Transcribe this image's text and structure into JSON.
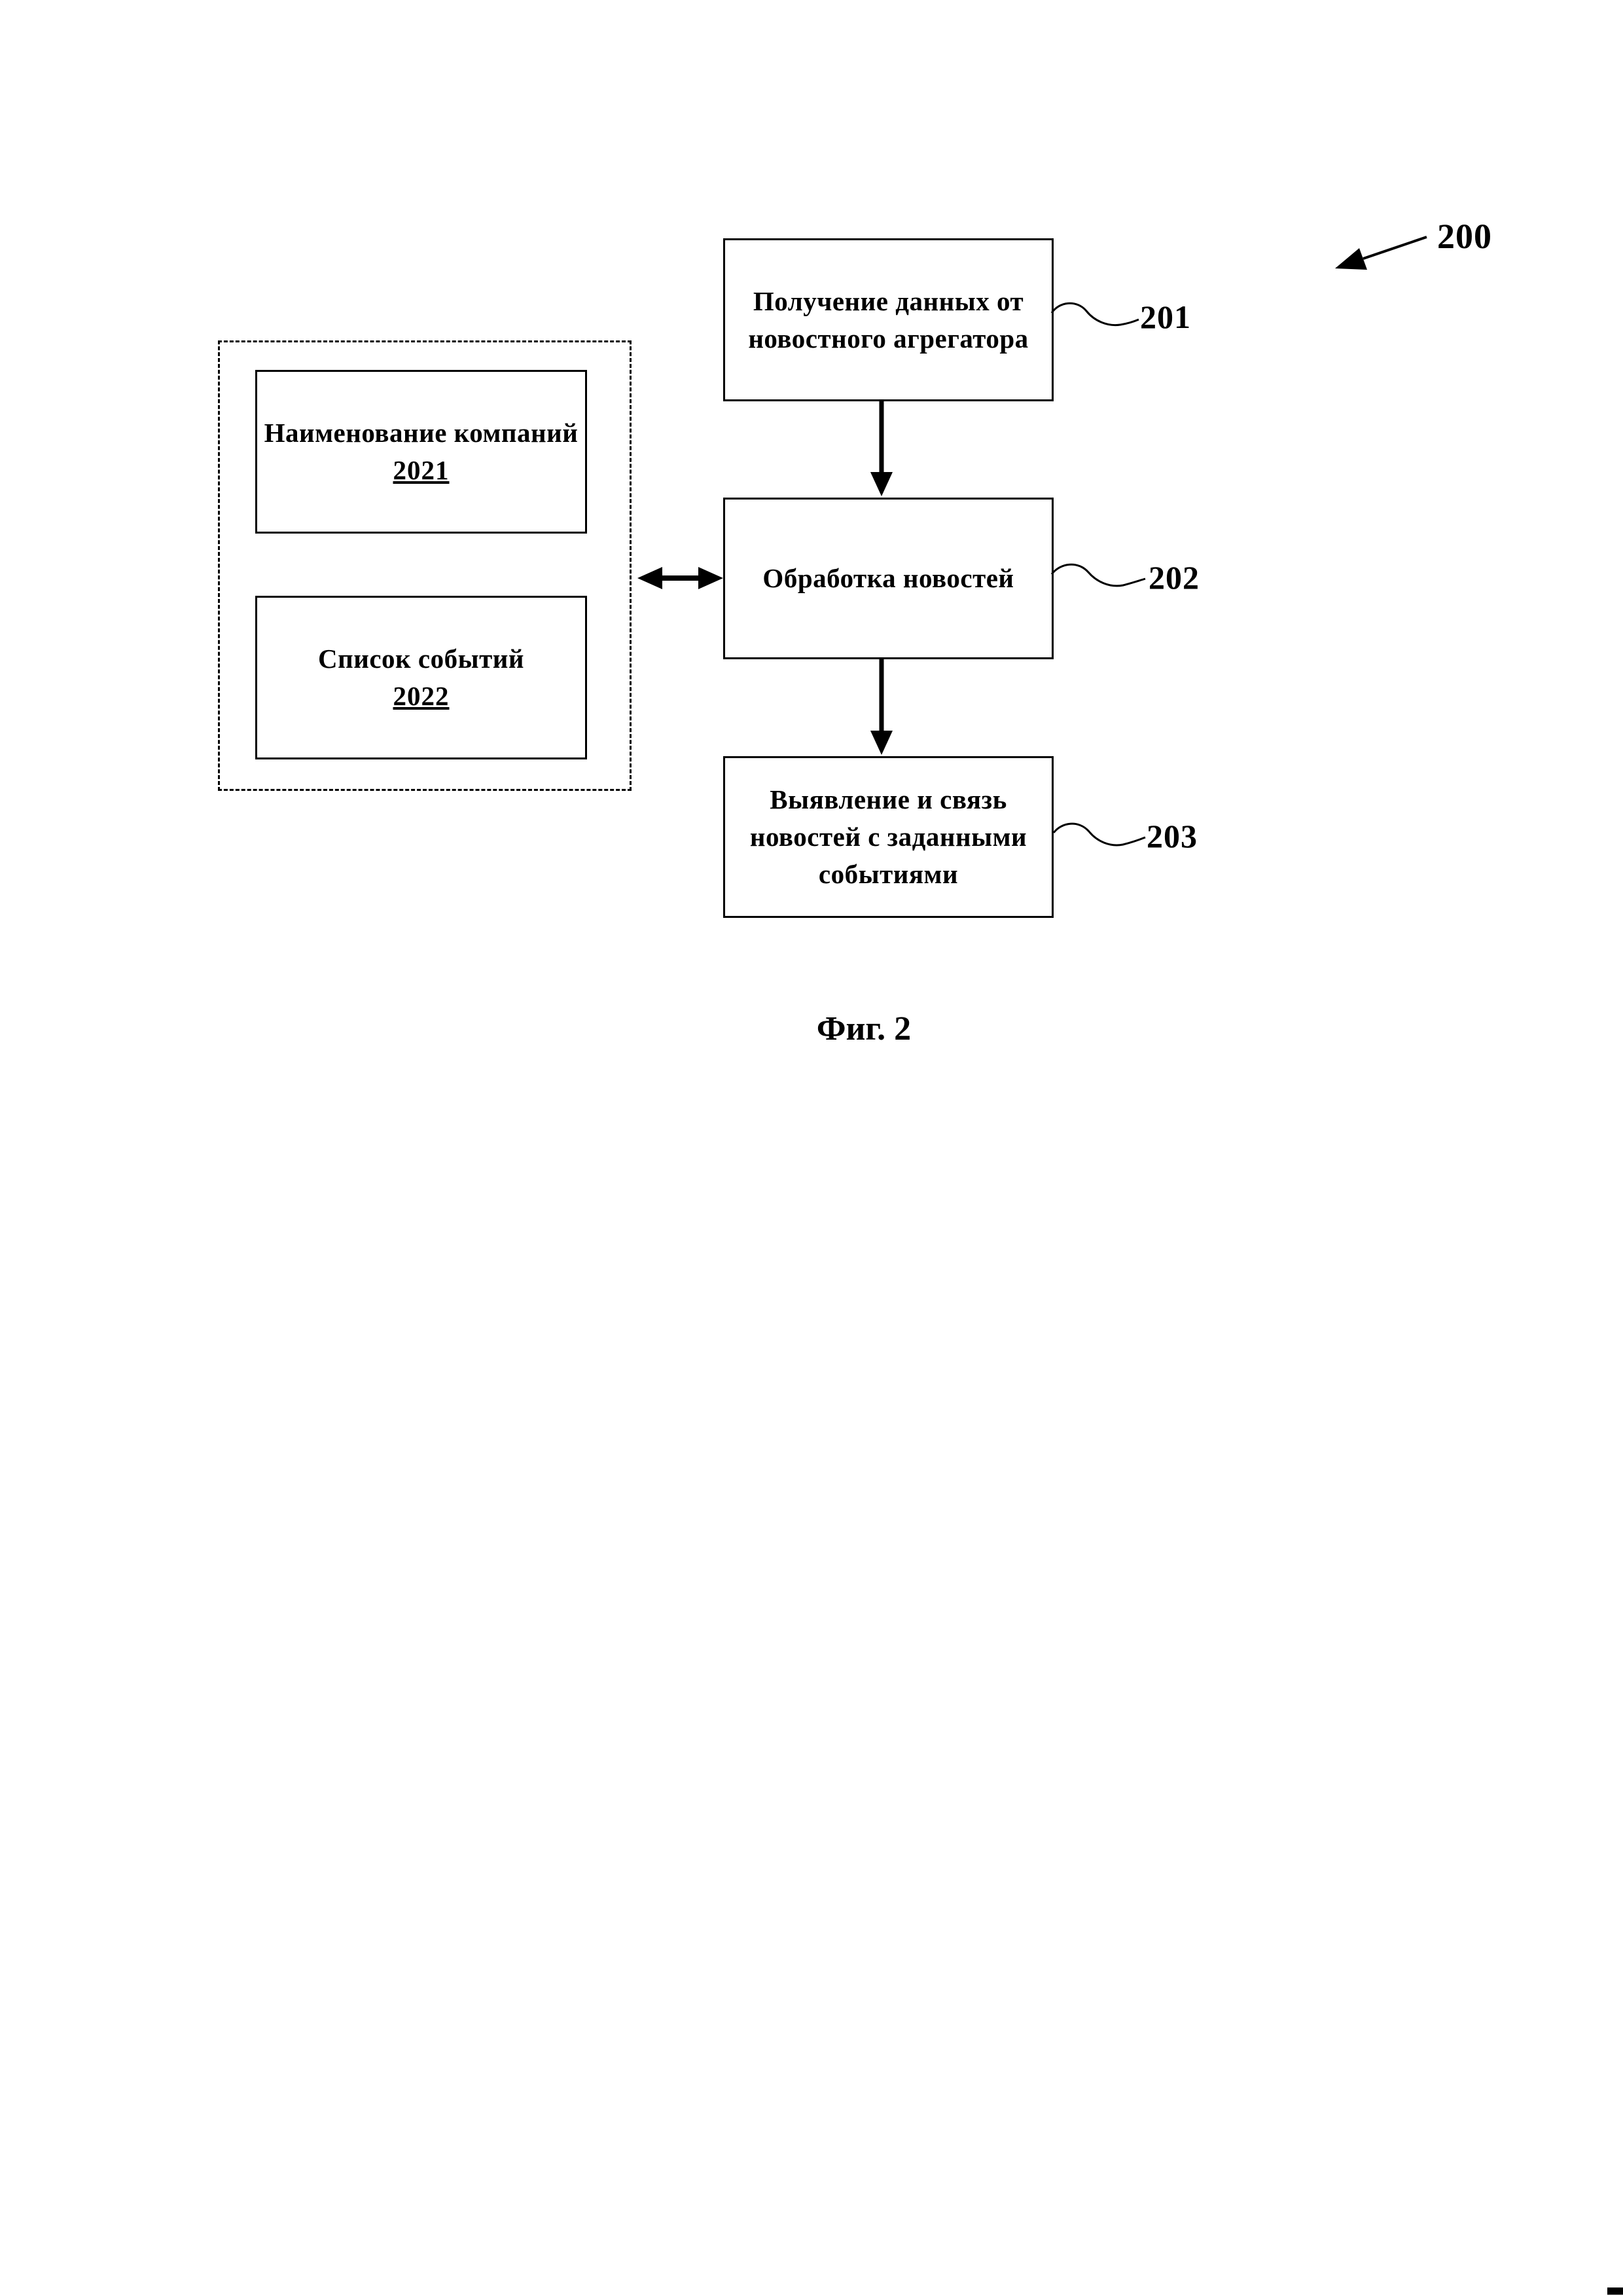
{
  "page": {
    "ink_color": "#000000",
    "background_color": "#ffffff"
  },
  "figure": {
    "ref_label": "200",
    "caption": "Фиг. 2",
    "flow_boxes": [
      {
        "ref": "201",
        "label": "Получение данных от\nновостного агрегатора"
      },
      {
        "ref": "202",
        "label": "Обработка новостей"
      },
      {
        "ref": "203",
        "label": "Выявление и связь\nновостей с заданными\nсобытиями"
      }
    ],
    "data_panel": {
      "items": [
        {
          "label": "Наименование компаний",
          "number": "2021"
        },
        {
          "label": "Список событий",
          "number": "2022"
        }
      ]
    },
    "connections": [
      {
        "from": "201",
        "to": "202",
        "type": "arrow-down"
      },
      {
        "from": "202",
        "to": "203",
        "type": "arrow-down"
      },
      {
        "from": "data_panel",
        "to": "202",
        "type": "arrow-bidirectional"
      }
    ]
  }
}
